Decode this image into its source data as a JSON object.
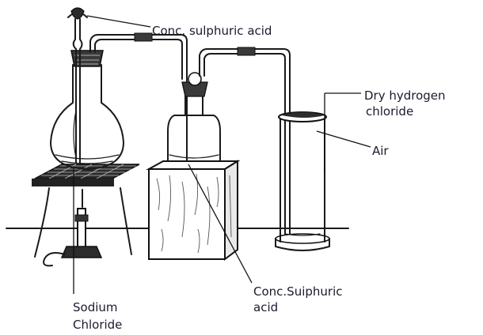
{
  "labels": {
    "conc_sulphuric_acid_top": "Conc. sulphuric acid",
    "dry_hcl_line1": "Dry hydrogen",
    "dry_hcl_line2": "chloride",
    "air": "Air",
    "conc_sulphuric_acid_bottom_line1": "Conc.Suiphuric",
    "conc_sulphuric_acid_bottom_line2": "acid",
    "sodium_chloride_line1": "Sodium",
    "sodium_chloride_line2": "Chloride"
  },
  "colors": {
    "label_text": "#1a1a2e",
    "ink": "#1a1a1a",
    "background": "#ffffff"
  }
}
